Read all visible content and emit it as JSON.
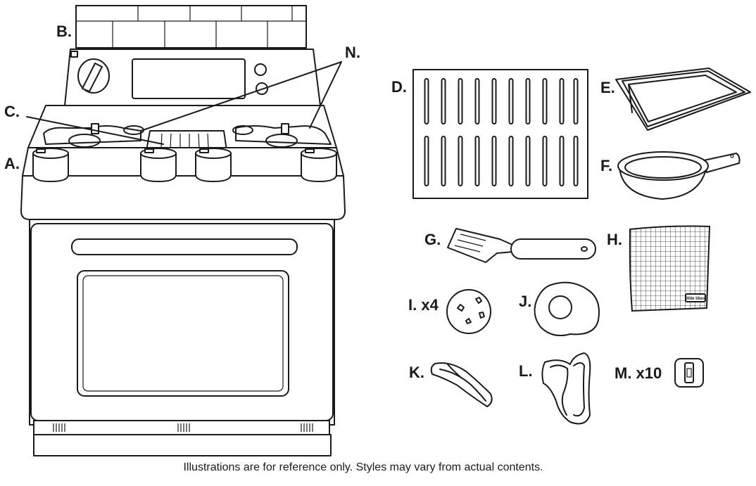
{
  "labels": {
    "a": "A.",
    "b": "B.",
    "c": "C.",
    "d": "D.",
    "e": "E.",
    "f": "F.",
    "g": "G.",
    "h": "H.",
    "i": "I. x4",
    "j": "J.",
    "k": "K.",
    "l": "L.",
    "m": "M. x10",
    "n": "N."
  },
  "mitt_brand": "little tikes",
  "footnote": "Illustrations are for reference only.  Styles may vary from actual contents."
}
